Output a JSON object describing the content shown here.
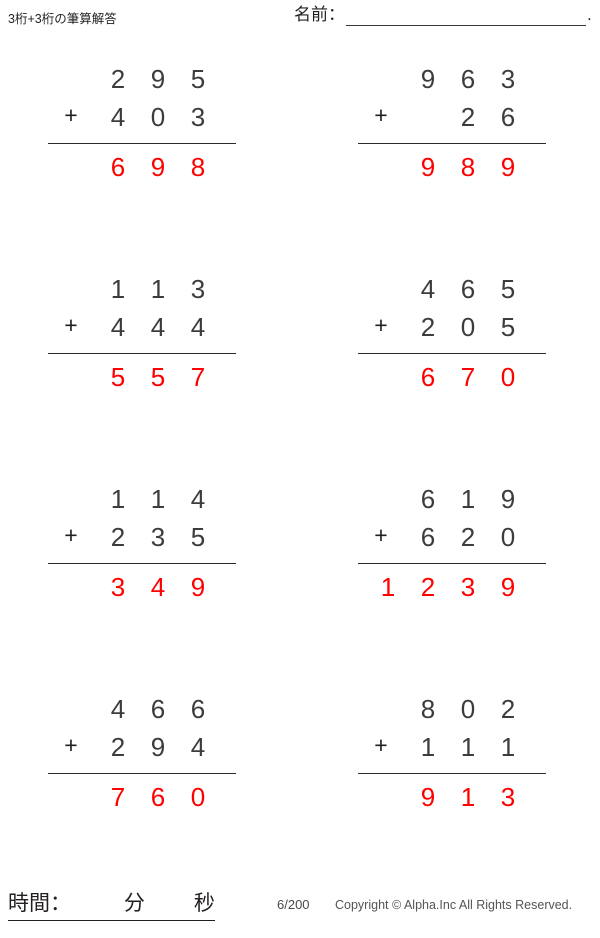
{
  "header": {
    "title": "3桁+3桁の筆算解答",
    "name_label": "名前：",
    "name_value": "",
    "name_trailing_dot": "."
  },
  "problems": [
    {
      "index": 1,
      "operator": "+",
      "addend1": "295",
      "addend2": "403",
      "answer": "698"
    },
    {
      "index": 2,
      "operator": "+",
      "addend1": "963",
      "addend2": "26",
      "answer": "989"
    },
    {
      "index": 3,
      "operator": "+",
      "addend1": "113",
      "addend2": "444",
      "answer": "557"
    },
    {
      "index": 4,
      "operator": "+",
      "addend1": "465",
      "addend2": "205",
      "answer": "670"
    },
    {
      "index": 5,
      "operator": "+",
      "addend1": "114",
      "addend2": "235",
      "answer": "349"
    },
    {
      "index": 6,
      "operator": "+",
      "addend1": "619",
      "addend2": "620",
      "answer": "1239"
    },
    {
      "index": 7,
      "operator": "+",
      "addend1": "466",
      "addend2": "294",
      "answer": "760"
    },
    {
      "index": 8,
      "operator": "+",
      "addend1": "802",
      "addend2": "111",
      "answer": "913"
    }
  ],
  "footer": {
    "time_label": "時間：",
    "minutes_unit": "分",
    "seconds_unit": "秒",
    "page_number": "6/200",
    "copyright": "Copyright © Alpha.Inc All Rights Reserved."
  },
  "colors": {
    "answer_red": "#ff0000",
    "text": "#231f20",
    "digit": "#3c3c3c"
  }
}
